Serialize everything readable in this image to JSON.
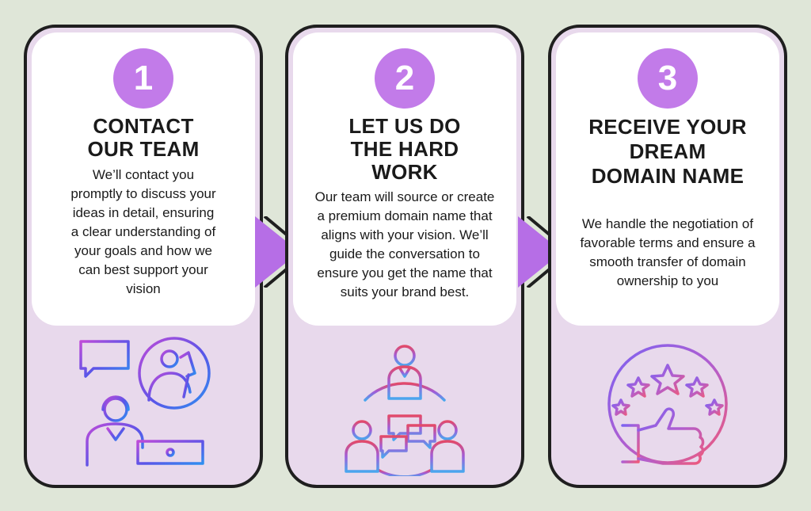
{
  "steps": [
    {
      "number": "1",
      "title": "CONTACT OUR TEAM",
      "description": "We’ll contact you promptly to discuss your ideas in detail, ensuring a clear understanding of your goals and how we can best support your vision",
      "icon": "customer-support-icon"
    },
    {
      "number": "2",
      "title": "LET US DO THE HARD WORK",
      "description": "Our team will source or create a premium domain name that aligns with your vision. We’ll guide the conversation to ensure you get the name that suits your brand best.",
      "icon": "team-collaboration-icon"
    },
    {
      "number": "3",
      "title": "RECEIVE YOUR DREAM DOMAIN NAME",
      "description": "We handle the negotiation of favorable terms and ensure a smooth transfer of domain ownership to you",
      "icon": "thumbs-up-stars-icon"
    }
  ],
  "colors": {
    "background": "#dfe6d8",
    "card_fill": "#e8d9ec",
    "badge": "#c27be9",
    "arrow": "#b66ee6",
    "icon_gradient_start": "#7b5cf0",
    "icon_gradient_end": "#e45a86"
  }
}
